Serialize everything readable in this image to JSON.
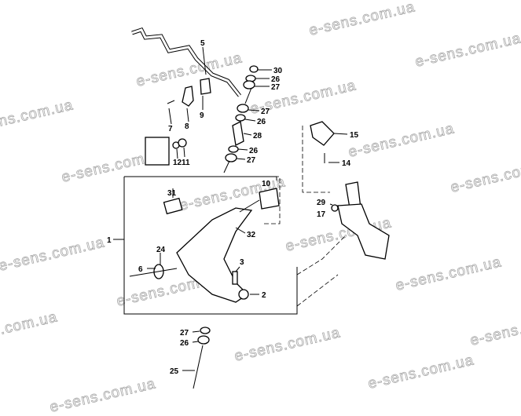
{
  "watermark": "e-sens.com.ua",
  "callouts": [
    "5",
    "30",
    "26",
    "27",
    "7",
    "8",
    "9",
    "27",
    "26",
    "28",
    "26",
    "27",
    "12",
    "11",
    "15",
    "14",
    "31",
    "10",
    "32",
    "1",
    "29",
    "17",
    "6",
    "24",
    "3",
    "2",
    "27",
    "26",
    "25"
  ]
}
